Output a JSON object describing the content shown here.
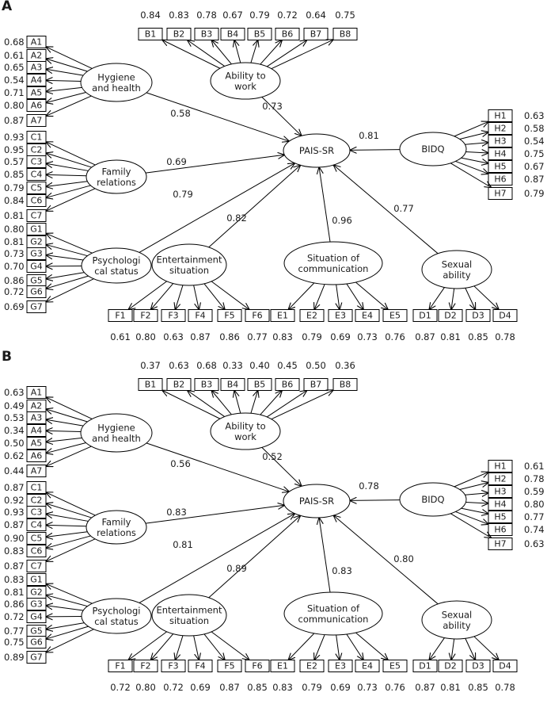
{
  "panels": [
    {
      "label": "A",
      "latent": {
        "A": "Hygiene|and health",
        "B": "Ability to|work",
        "C": "Family|relations",
        "G": "Psychologi|cal status",
        "F": "Entertainment|situation",
        "E": "Situation of|communication",
        "D": "Sexual|ability",
        "H": "BIDQ",
        "P": "PAIS-SR"
      },
      "indicators": {
        "A": {
          "names": [
            "A1",
            "A2",
            "A3",
            "A4",
            "A5",
            "A6",
            "A7"
          ],
          "loadings": [
            "0.68",
            "0.61",
            "0.65",
            "0.54",
            "0.71",
            "0.80",
            "0.87"
          ]
        },
        "C": {
          "names": [
            "C1",
            "C2",
            "C3",
            "C4",
            "C5",
            "C6",
            "C7"
          ],
          "loadings": [
            "0.93",
            "0.95",
            "0.57",
            "0.85",
            "0.79",
            "0.84",
            "0.81"
          ]
        },
        "G": {
          "names": [
            "G1",
            "G2",
            "G3",
            "G4",
            "G5",
            "G6",
            "G7"
          ],
          "loadings": [
            "0.80",
            "0.81",
            "0.73",
            "0.70",
            "0.86",
            "0.72",
            "0.69"
          ]
        },
        "B": {
          "names": [
            "B1",
            "B2",
            "B3",
            "B4",
            "B5",
            "B6",
            "B7",
            "B8"
          ],
          "loadings": [
            "0.84",
            "0.83",
            "0.78",
            "0.67",
            "0.79",
            "0.72",
            "0.64",
            "0.75"
          ]
        },
        "H": {
          "names": [
            "H1",
            "H2",
            "H3",
            "H4",
            "H5",
            "H6",
            "H7"
          ],
          "loadings": [
            "0.63",
            "0.58",
            "0.54",
            "0.75",
            "0.67",
            "0.87",
            "0.79"
          ]
        },
        "F": {
          "names": [
            "F1",
            "F2",
            "F3",
            "F4",
            "F5",
            "F6"
          ],
          "loadings": [
            "0.61",
            "0.80",
            "0.63",
            "0.87",
            "0.86",
            "0.77"
          ]
        },
        "E": {
          "names": [
            "E1",
            "E2",
            "E3",
            "E4",
            "E5"
          ],
          "loadings": [
            "0.83",
            "0.79",
            "0.69",
            "0.73",
            "0.76"
          ]
        },
        "D": {
          "names": [
            "D1",
            "D2",
            "D3",
            "D4"
          ],
          "loadings": [
            "0.87",
            "0.81",
            "0.85",
            "0.78"
          ]
        }
      },
      "paths": {
        "A": "0.58",
        "B": "0.73",
        "C": "0.69",
        "G": "0.79",
        "F": "0.82",
        "E": "0.96",
        "D": "0.77",
        "H": "0.81"
      }
    },
    {
      "label": "B",
      "latent": {
        "A": "Hygiene|and health",
        "B": "Ability to|work",
        "C": "Family|relations",
        "G": "Psychologi|cal status",
        "F": "Entertainment|situation",
        "E": "Situation of|communication",
        "D": "Sexual|ability",
        "H": "BIDQ",
        "P": "PAIS-SR"
      },
      "indicators": {
        "A": {
          "names": [
            "A1",
            "A2",
            "A3",
            "A4",
            "A5",
            "A6",
            "A7"
          ],
          "loadings": [
            "0.63",
            "0.49",
            "0.53",
            "0.34",
            "0.50",
            "0.62",
            "0.44"
          ]
        },
        "C": {
          "names": [
            "C1",
            "C2",
            "C3",
            "C4",
            "C5",
            "C6",
            "C7"
          ],
          "loadings": [
            "0.87",
            "0.92",
            "0.93",
            "0.87",
            "0.90",
            "0.83",
            "0.87"
          ]
        },
        "G": {
          "names": [
            "G1",
            "G2",
            "G3",
            "G4",
            "G5",
            "G6",
            "G7"
          ],
          "loadings": [
            "0.83",
            "0.81",
            "0.86",
            "0.72",
            "0.77",
            "0.75",
            "0.89"
          ]
        },
        "B": {
          "names": [
            "B1",
            "B2",
            "B3",
            "B4",
            "B5",
            "B6",
            "B7",
            "B8"
          ],
          "loadings": [
            "0.37",
            "0.63",
            "0.68",
            "0.33",
            "0.40",
            "0.45",
            "0.50",
            "0.36"
          ]
        },
        "H": {
          "names": [
            "H1",
            "H2",
            "H3",
            "H4",
            "H5",
            "H6",
            "H7"
          ],
          "loadings": [
            "0.61",
            "0.78",
            "0.59",
            "0.80",
            "0.77",
            "0.74",
            "0.63"
          ]
        },
        "F": {
          "names": [
            "F1",
            "F2",
            "F3",
            "F4",
            "F5",
            "F6"
          ],
          "loadings": [
            "0.72",
            "0.80",
            "0.72",
            "0.69",
            "0.87",
            "0.85"
          ]
        },
        "E": {
          "names": [
            "E1",
            "E2",
            "E3",
            "E4",
            "E5"
          ],
          "loadings": [
            "0.83",
            "0.79",
            "0.69",
            "0.73",
            "0.76"
          ]
        },
        "D": {
          "names": [
            "D1",
            "D2",
            "D3",
            "D4"
          ],
          "loadings": [
            "0.87",
            "0.81",
            "0.85",
            "0.78"
          ]
        }
      },
      "paths": {
        "A": "0.56",
        "B": "0.52",
        "C": "0.83",
        "G": "0.81",
        "F": "0.89",
        "E": "0.83",
        "D": "0.80",
        "H": "0.78"
      }
    }
  ]
}
